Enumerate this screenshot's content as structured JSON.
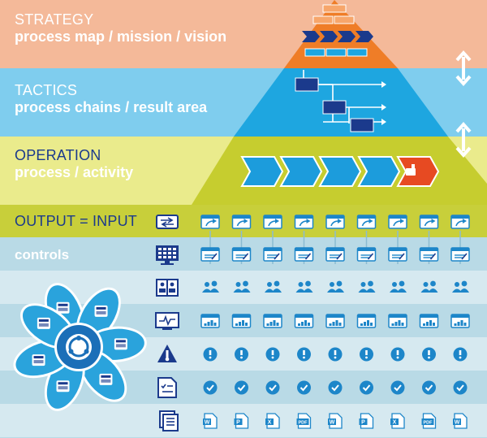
{
  "colors": {
    "strategy": "#f4b999",
    "tactics": "#7fcdee",
    "operation": "#eaeb8c",
    "output": "#c8cf3a",
    "controls": "#b9dae6",
    "row_light": "#d6e9f0",
    "pyramid_orange": "#ef7d27",
    "pyramid_blue": "#1ea6e0",
    "pyramid_green": "#c6cd2f",
    "chevron_blue": "#1c9cdc",
    "chevron_red": "#e74a22",
    "navy": "#1b3a8c",
    "icon_blue": "#1d86c9"
  },
  "strategy": {
    "title": "STRATEGY",
    "subtitle": "process map / mission / vision"
  },
  "tactics": {
    "title": "TACTICS",
    "subtitle": "process chains / result area"
  },
  "operation": {
    "title": "OPERATION",
    "subtitle": "process / activity"
  },
  "output": {
    "title": "OUTPUT = INPUT"
  },
  "controls": {
    "title": "controls"
  },
  "rows": [
    {
      "name": "process-row",
      "left_icon": "process-window-icon",
      "cell_icon": "window-arrow-icon"
    },
    {
      "name": "form-row",
      "left_icon": "monitor-icon",
      "cell_icon": "form-window-icon"
    },
    {
      "name": "people-row",
      "left_icon": "manual-book-icon",
      "cell_icon": "people-icon"
    },
    {
      "name": "kpi-row",
      "left_icon": "monitor-graph-icon",
      "cell_icon": "bar-chart-window-icon"
    },
    {
      "name": "risk-row",
      "left_icon": "warning-triangle-icon",
      "cell_icon": "exclamation-circle-icon"
    },
    {
      "name": "check-row",
      "left_icon": "checklist-icon",
      "cell_icon": "check-circle-icon"
    },
    {
      "name": "doc-row",
      "left_icon": "document-icon",
      "cell_icon": "file-type-icon"
    }
  ],
  "file_types": [
    "W",
    "P",
    "X",
    "PDF",
    "W",
    "P",
    "X",
    "PDF",
    "W"
  ],
  "column_count": 9
}
